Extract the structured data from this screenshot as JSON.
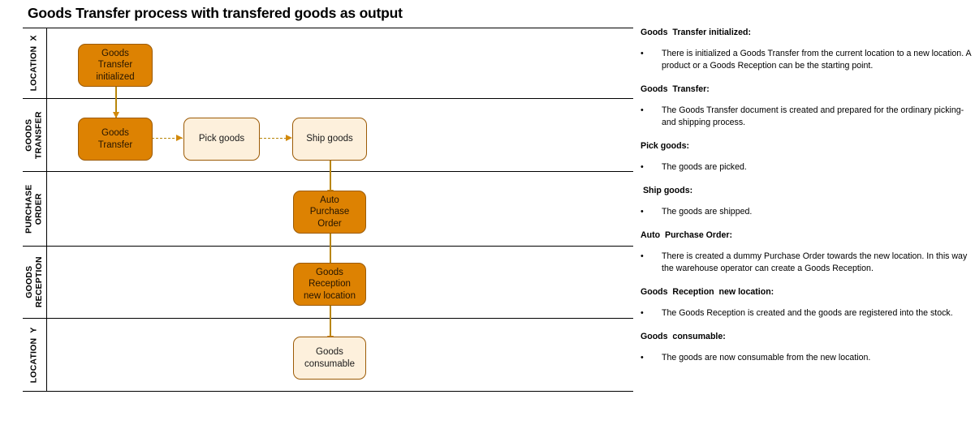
{
  "title": "Goods Transfer process with transfered goods as output",
  "diagram": {
    "lanes": [
      {
        "label": "LOCATION  X"
      },
      {
        "label": "GOODS\nTRANSFER"
      },
      {
        "label": "PURCHASE\nORDER"
      },
      {
        "label": "GOODS\nRECEPTION"
      },
      {
        "label": "LOCATION  Y"
      }
    ],
    "nodes": [
      {
        "id": "goods-transfer-initialized",
        "label": "Goods\nTransfer\ninitialized",
        "style": "filled"
      },
      {
        "id": "goods-transfer",
        "label": "Goods\nTransfer",
        "style": "filled"
      },
      {
        "id": "pick-goods",
        "label": "Pick goods",
        "style": "hollow"
      },
      {
        "id": "ship-goods",
        "label": "Ship goods",
        "style": "hollow"
      },
      {
        "id": "auto-purchase-order",
        "label": "Auto\nPurchase\nOrder",
        "style": "filled"
      },
      {
        "id": "goods-reception-new-location",
        "label": "Goods\nReception\nnew location",
        "style": "filled"
      },
      {
        "id": "goods-consumable",
        "label": "Goods\nconsumable",
        "style": "hollow"
      }
    ],
    "colors": {
      "filled_fill": "#DD8202",
      "filled_border": "#9C5B06",
      "hollow_fill": "#FDF0DC",
      "hollow_border": "#9C5B06",
      "connector": "#B8860B",
      "arrowhead": "#D2890B",
      "lane_divider": "#000000"
    }
  },
  "legend": {
    "bullet_glyph": "•",
    "entries": [
      {
        "heading": "Goods  Transfer initialized:",
        "body": "There is initialized a Goods Transfer from the current location to a new location. A product or a Goods Reception can be the starting point."
      },
      {
        "heading": "Goods  Transfer:",
        "body": "The Goods Transfer document is created and prepared for the ordinary picking- and shipping process."
      },
      {
        "heading": "Pick goods:",
        "body": "The goods are picked."
      },
      {
        "heading": " Ship goods:",
        "body": "The goods are shipped."
      },
      {
        "heading": "Auto  Purchase Order:",
        "body": "There is created a dummy Purchase Order towards the new location. In this way the warehouse operator can create a Goods Reception."
      },
      {
        "heading": "Goods  Reception  new location:",
        "body": "The Goods Reception is created and the goods are registered into the stock."
      },
      {
        "heading": "Goods  consumable:",
        "body": "The goods are now consumable from the new location."
      }
    ]
  }
}
